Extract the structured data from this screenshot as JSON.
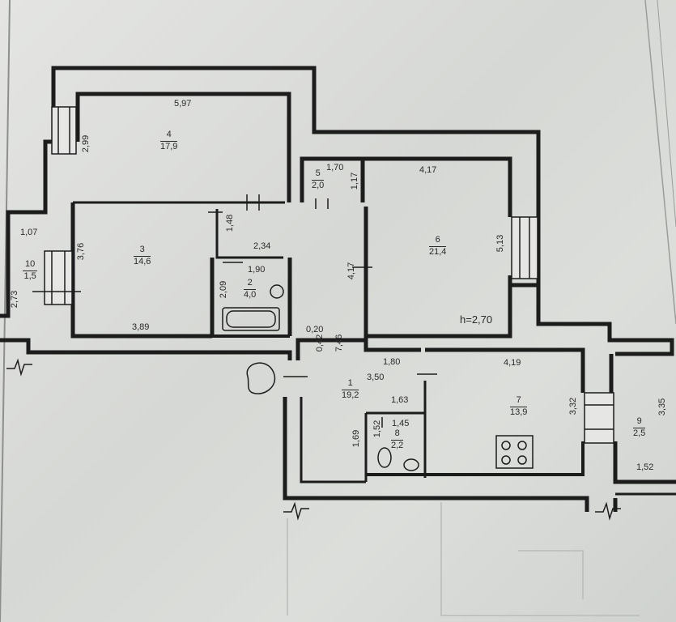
{
  "rooms": [
    {
      "num": "1",
      "area": "19,2"
    },
    {
      "num": "2",
      "area": "4,0"
    },
    {
      "num": "3",
      "area": "14,6"
    },
    {
      "num": "4",
      "area": "17,9"
    },
    {
      "num": "5",
      "area": "2,0"
    },
    {
      "num": "6",
      "area": "21,4"
    },
    {
      "num": "7",
      "area": "13,9"
    },
    {
      "num": "8",
      "area": "2,2"
    },
    {
      "num": "9",
      "area": "2,5"
    },
    {
      "num": "10",
      "area": "1,5"
    }
  ],
  "dims": {
    "r4_w": "5,97",
    "r4_h": "2,99",
    "r3_w": "3,89",
    "r3_h": "3,76",
    "r10_w": "1,07",
    "r10_h": "2,73",
    "r5_w": "1,70",
    "r5_h": "1,17",
    "r6_w": "4,17",
    "r6_h": "5,13",
    "hall_w": "2,34",
    "hall_h": "1,48",
    "r2_w": "1,90",
    "r2_h": "2,09",
    "corr_h": "4,17",
    "d020": "0,20",
    "d042": "0,42",
    "d746": "7,46",
    "r1_w1": "1,80",
    "r1_w2": "3,50",
    "r8_w1": "1,63",
    "r8_w2": "1,45",
    "r8_h": "1,52",
    "r1_h": "1,69",
    "r7_w": "4,19",
    "r7_h": "3,32",
    "r9_h": "3,35",
    "r9_w": "1,52"
  },
  "ceiling_height": "h=2,70"
}
